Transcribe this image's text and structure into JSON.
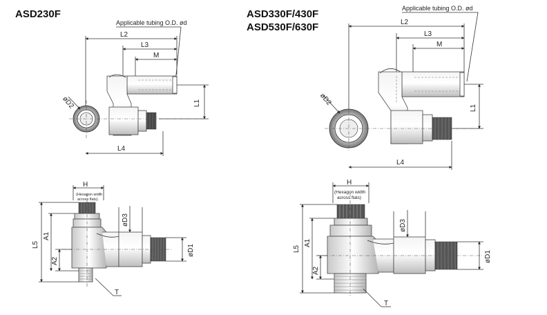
{
  "models": {
    "left_title": "ASD230F",
    "right_title_line1": "ASD330F/430F",
    "right_title_line2": "ASD530F/630F"
  },
  "labels": {
    "tubing_note": "Applicable tubing O.D. ød",
    "L1": "L1",
    "L2": "L2",
    "L3": "L3",
    "L4": "L4",
    "L5": "L5",
    "M": "M",
    "H": "H",
    "A1": "A1",
    "A2": "A2",
    "D1": "øD1",
    "D2": "øD2",
    "D3": "øD3",
    "T": "T",
    "hex_line1": "(Hexagon width",
    "hex_line2": "across flats)"
  }
}
